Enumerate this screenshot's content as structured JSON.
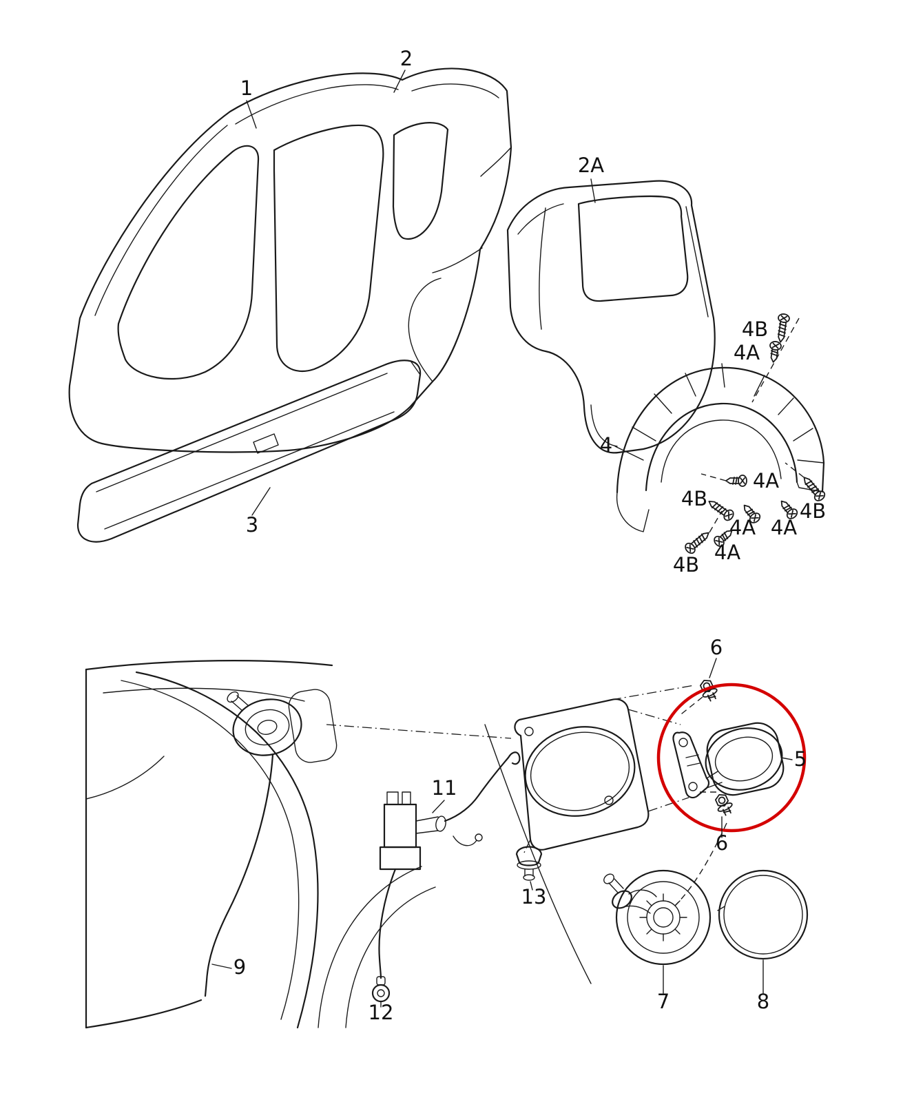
{
  "colors": {
    "line": "#1a1a1a",
    "background": "#ffffff",
    "highlight": "#d40000"
  },
  "labels": [
    {
      "text": "1"
    },
    {
      "text": "2"
    },
    {
      "text": "2A"
    },
    {
      "text": "3"
    },
    {
      "text": "4"
    },
    {
      "text": "4B"
    },
    {
      "text": "4A"
    },
    {
      "text": "4A"
    },
    {
      "text": "4B"
    },
    {
      "text": "4A"
    },
    {
      "text": "4A"
    },
    {
      "text": "4B"
    },
    {
      "text": "4B"
    },
    {
      "text": "4A"
    },
    {
      "text": "6"
    },
    {
      "text": "5"
    },
    {
      "text": "6"
    },
    {
      "text": "11"
    },
    {
      "text": "13"
    },
    {
      "text": "9"
    },
    {
      "text": "12"
    },
    {
      "text": "7"
    },
    {
      "text": "8"
    }
  ],
  "highlight_annotation": {
    "part": "5",
    "shape": "circle"
  }
}
